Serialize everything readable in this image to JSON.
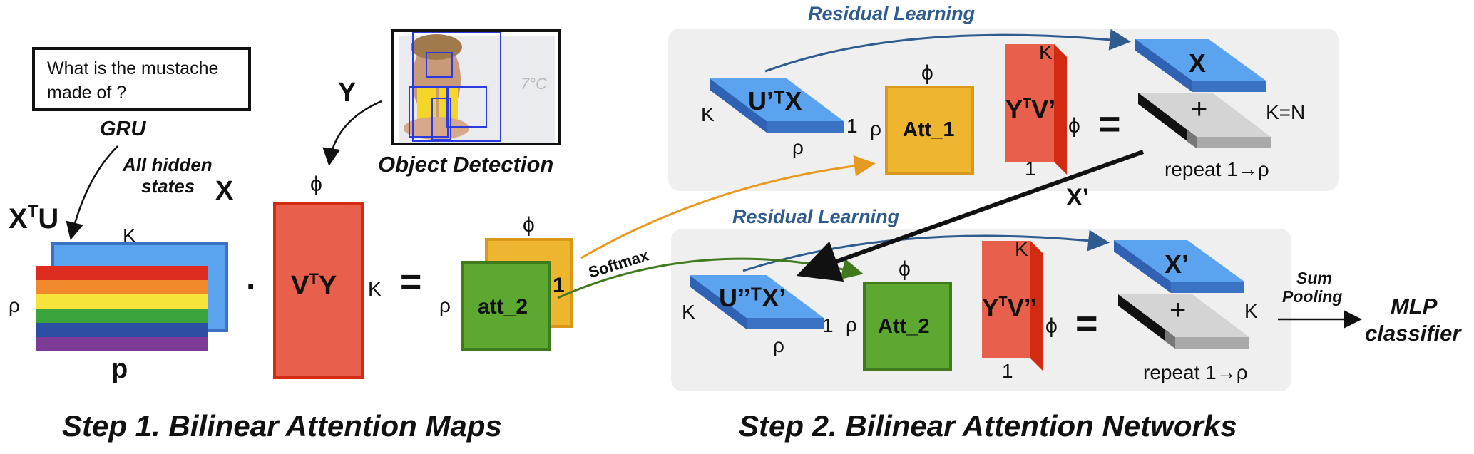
{
  "step1": {
    "question": [
      "What is the mustache",
      "made of ?"
    ],
    "gru": "GRU",
    "hidden_states": [
      "All hidden",
      "states"
    ],
    "x_var": "X",
    "y_var": "Y",
    "object_detection": "Object Detection",
    "xtu": {
      "base": "X",
      "sup": "T",
      "rest": "U"
    },
    "k_top": "K",
    "rho_left": "ρ",
    "p_label": "p",
    "dot": "·",
    "vty": {
      "base": "V",
      "sup": "T",
      "rest": "Y"
    },
    "phi_top": "ϕ",
    "k_right": "K",
    "equals": "=",
    "rho_att": "ρ",
    "phi_att": "ϕ",
    "att2": "att_2",
    "att1_partial": "1",
    "softmax": "Softmax",
    "caption": "Step 1. Bilinear Attention Maps"
  },
  "step2": {
    "residual_top": "Residual Learning",
    "residual_bottom": "Residual Learning",
    "top": {
      "uxt": "U’ᵀX",
      "k": "K",
      "one": "1",
      "rho_below": "ρ",
      "rho_left": "ρ",
      "phi_above": "ϕ",
      "att": "Att_1",
      "k_above": "K",
      "ytv": {
        "base": "Y",
        "sup": "T",
        "rest": "V’"
      },
      "phi_right": "ϕ",
      "one_below": "1",
      "equals": "=",
      "x": "X",
      "plus": "+",
      "k_eq_n": "K=N",
      "repeat": "repeat 1→ρ"
    },
    "x_prime_arrow": "X’",
    "bottom": {
      "uxt": "U’’ᵀX’",
      "k": "K",
      "one": "1",
      "rho_below": "ρ",
      "rho_left": "ρ",
      "phi_above": "ϕ",
      "att": "Att_2",
      "k_above": "K",
      "ytv": {
        "base": "Y",
        "sup": "T",
        "rest": "V’’"
      },
      "phi_right": "ϕ",
      "one_below": "1",
      "equals": "=",
      "x": "X’",
      "plus": "+",
      "k_right": "K",
      "repeat": "repeat 1→ρ"
    },
    "sum_pooling": [
      "Sum",
      "Pooling"
    ],
    "mlp": [
      "MLP",
      "classifier"
    ],
    "caption": "Step 2. Bilinear Attention Networks"
  },
  "colors": {
    "blue": "#5ba3ef",
    "blue_dark": "#3b73c4",
    "red": "#e8604c",
    "red_dark": "#d22b12",
    "orange": "#eeb52f",
    "orange_dark": "#d9981a",
    "green": "#5ca831",
    "green_dark": "#3f7a1d",
    "panel": "#efefef",
    "residual_text": "#2f5b8e",
    "grey": "#cfcfcf"
  }
}
